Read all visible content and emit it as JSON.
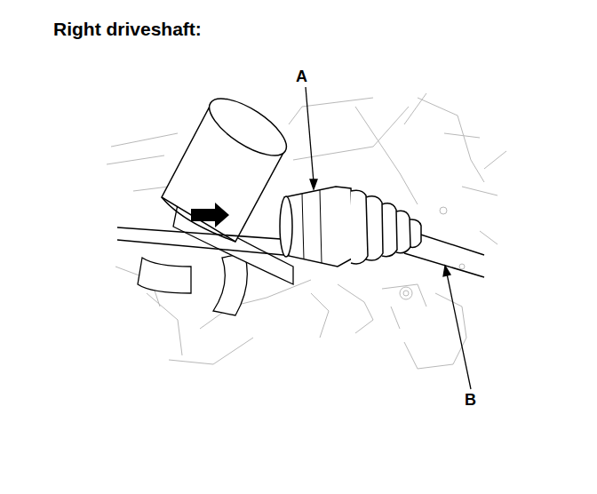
{
  "diagram": {
    "title": "Right driveshaft:",
    "labels": [
      "A",
      "B"
    ]
  }
}
